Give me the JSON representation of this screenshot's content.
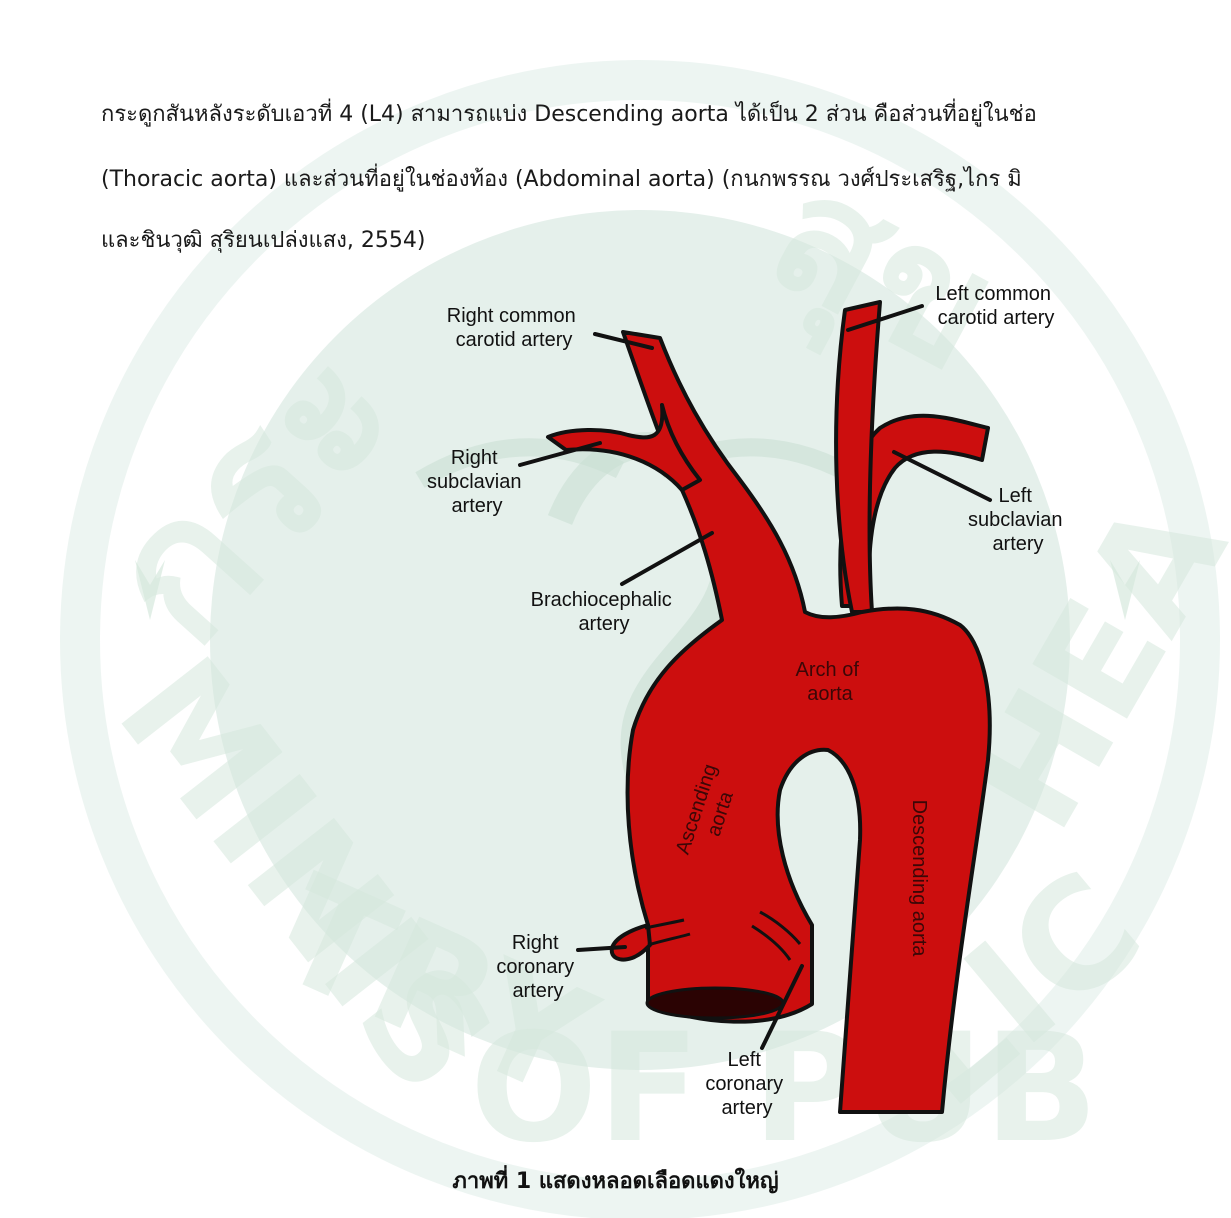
{
  "paragraph": {
    "line1": "กระดูกสันหลังระดับเอวที่ 4 (L4) สามารถแบ่ง Descending aorta ได้เป็น 2 ส่วน คือส่วนที่อยู่ในช่อ",
    "line2": "(Thoracic aorta) และส่วนที่อยู่ในช่องท้อง (Abdominal aorta) (กนกพรรณ วงศ์ประเสริฐ,ไกร มิ",
    "line3": "และชินวุฒิ สุริยนเปล่งแสง, 2554)"
  },
  "diagram": {
    "right_common_carotid": [
      "Right common",
      "carotid artery"
    ],
    "left_common_carotid": [
      "Left common",
      "carotid artery"
    ],
    "right_subclavian": [
      "Right",
      "subclavian",
      "artery"
    ],
    "left_subclavian": [
      "Left",
      "subclavian",
      "artery"
    ],
    "brachiocephalic": [
      "Brachiocephalic",
      "artery"
    ],
    "arch": [
      "Arch of",
      "aorta"
    ],
    "ascending": [
      "Ascending",
      "aorta"
    ],
    "descending": "Descending aorta",
    "right_coronary": [
      "Right",
      "coronary",
      "artery"
    ],
    "left_coronary": [
      "Left",
      "coronary",
      "artery"
    ]
  },
  "watermark": {
    "text": "MINISTRY OF PUBLIC HEALTH",
    "thai_text": "กระทรวงสาธารณสุข"
  },
  "caption": "ภาพที่ 1 แสดงหลอดเลือดแดงใหญ่",
  "colors": {
    "artery": "#cc0e0e",
    "outline": "#111111",
    "watermark": "#dcebe4"
  }
}
